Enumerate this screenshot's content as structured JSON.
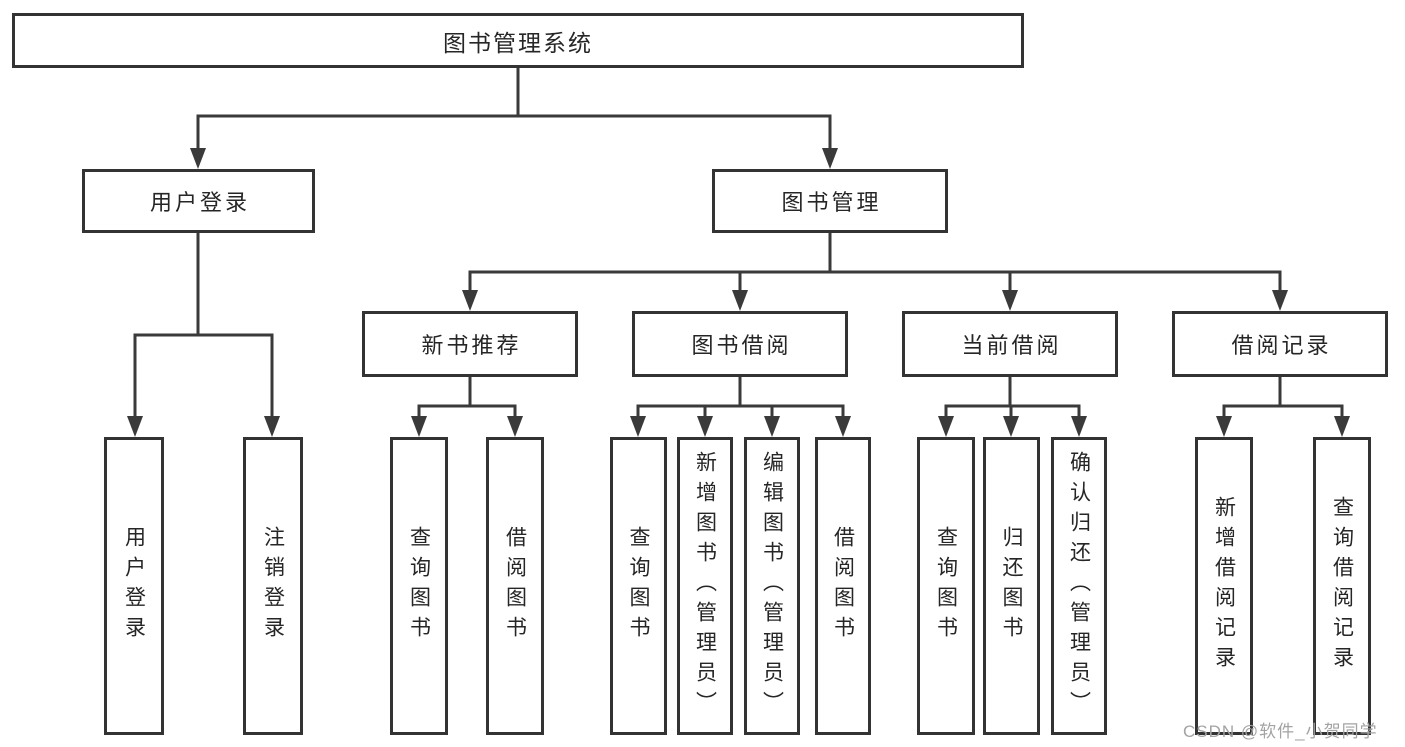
{
  "diagram": {
    "root": {
      "label": "图书管理系统"
    },
    "branches": [
      {
        "label": "用户登录",
        "children": [
          {
            "label": "用户登录"
          },
          {
            "label": "注销登录"
          }
        ]
      },
      {
        "label": "图书管理",
        "children": [
          {
            "label": "新书推荐",
            "children": [
              {
                "label": "查询图书"
              },
              {
                "label": "借阅图书"
              }
            ]
          },
          {
            "label": "图书借阅",
            "children": [
              {
                "label": "查询图书"
              },
              {
                "label": "新增图书（管理员）"
              },
              {
                "label": "编辑图书（管理员）"
              },
              {
                "label": "借阅图书"
              }
            ]
          },
          {
            "label": "当前借阅",
            "children": [
              {
                "label": "查询图书"
              },
              {
                "label": "归还图书"
              },
              {
                "label": "确认归还（管理员）"
              }
            ]
          },
          {
            "label": "借阅记录",
            "children": [
              {
                "label": "新增借阅记录"
              },
              {
                "label": "查询借阅记录"
              }
            ]
          }
        ]
      }
    ]
  },
  "watermark": {
    "text": "CSDN @软件_小贺同学"
  },
  "colors": {
    "background": "#ffffff",
    "line": "#3a3a3a",
    "box_border": "#333333",
    "text": "#262626",
    "watermark": "#a3a3a3"
  }
}
